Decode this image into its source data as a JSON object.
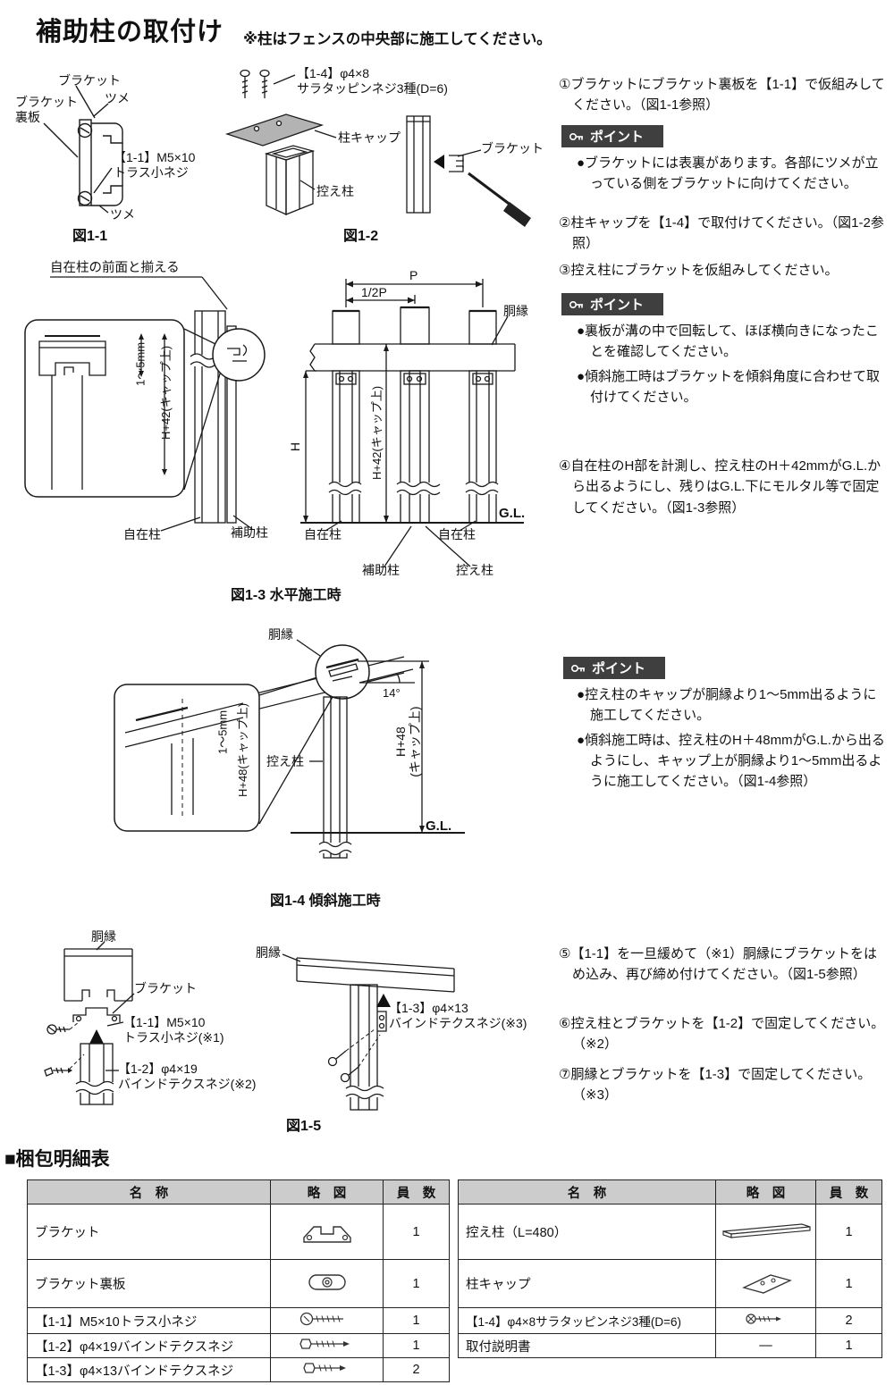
{
  "title": {
    "main": "補助柱の取付け",
    "note": "※柱はフェンスの中央部に施工してください。"
  },
  "point_label": "ポイント",
  "steps": {
    "s1": "①ブラケットにブラケット裏板を【1-1】で仮組みしてください。（図1-1参照）",
    "s2": "②柱キャップを【1-4】で取付けてください。（図1-2参照）",
    "s3": "③控え柱にブラケットを仮組みしてください。",
    "s4": "④自在柱のH部を計測し、控え柱のH＋42mmがG.L.から出るようにし、残りはG.L.下にモルタル等で固定してください。（図1-3参照）",
    "s5": "⑤【1-1】を一旦緩めて（※1）胴縁にブラケットをはめ込み、再び締め付けてください。（図1-5参照）",
    "s6": "⑥控え柱とブラケットを【1-2】で固定してください。（※2）",
    "s7": "⑦胴縁とブラケットを【1-3】で固定してください。（※3）"
  },
  "points": {
    "p1b1": "●ブラケットには表裏があります。各部にツメが立っている側をブラケットに向けてください。",
    "p2b1": "●裏板が溝の中で回転して、ほぼ横向きになったことを確認してください。",
    "p2b2": "●傾斜施工時はブラケットを傾斜角度に合わせて取付けてください。",
    "p3b1": "●控え柱のキャップが胴縁より1～5mm出るように施工してください。",
    "p3b2": "●傾斜施工時は、控え柱のH＋48mmがG.L.から出るようにし、キャップ上が胴縁より1～5mm出るように施工してください。（図1-4参照）"
  },
  "fig11": {
    "caption": "図1-1",
    "bracket": "ブラケット",
    "tsume_top": "ツメ",
    "uraita": "ブラケット\n裏板",
    "screw": "【1-1】M5×10\nトラス小ネジ",
    "tsume_bottom": "ツメ"
  },
  "fig12": {
    "caption": "図1-2",
    "screw": "【1-4】φ4×8\nサラタッピンネジ3種(D=6)",
    "cap": "柱キャップ",
    "post": "控え柱",
    "bracket": "ブラケット"
  },
  "fig13": {
    "caption": "図1-3 水平施工時",
    "align": "自在柱の前面と揃える",
    "p": "P",
    "half_p": "1/2P",
    "rail": "胴縁",
    "gap": "1～5mm",
    "h42a": "H+42(キャップ上)",
    "h": "H",
    "h42b": "H+42(キャップ上)",
    "gl": "G.L.",
    "jizai1": "自在柱",
    "hojo1": "補助柱",
    "jizai2": "自在柱",
    "jizai3": "自在柱",
    "hojo2": "補助柱",
    "hikae": "控え柱"
  },
  "fig14": {
    "caption": "図1-4 傾斜施工時",
    "rail": "胴縁",
    "angle": "14°",
    "gap": "1～5mm",
    "h48a": "H+48(キャップ上)",
    "h48b": "H+48\n(キャップ上)",
    "post": "控え柱",
    "gl": "G.L."
  },
  "fig15": {
    "caption": "図1-5",
    "rail1": "胴縁",
    "bracket": "ブラケット",
    "screw11": "【1-1】M5×10\nトラス小ネジ(※1)",
    "screw12": "【1-2】φ4×19\nバインドテクスネジ(※2)",
    "rail2": "胴縁",
    "screw13": "【1-3】φ4×13\nバインドテクスネジ(※3)"
  },
  "table": {
    "section_title": "■梱包明細表",
    "headers": {
      "name": "名　称",
      "sketch": "略　図",
      "qty": "員　数"
    },
    "left_rows": [
      {
        "name": "ブラケット",
        "icon": "bracket",
        "qty": "1"
      },
      {
        "name": "ブラケット裏板",
        "icon": "back-plate",
        "qty": "1"
      },
      {
        "name": "【1-1】M5×10トラス小ネジ",
        "icon": "truss-screw",
        "qty": "1"
      },
      {
        "name": "【1-2】φ4×19バインドテクスネジ",
        "icon": "tex-screw",
        "qty": "1"
      },
      {
        "name": "【1-3】φ4×13バインドテクスネジ",
        "icon": "tex-screw",
        "qty": "2"
      }
    ],
    "right_rows": [
      {
        "name": "控え柱（L=480）",
        "icon": "stay-post",
        "qty": "1"
      },
      {
        "name": "柱キャップ",
        "icon": "post-cap",
        "qty": "1"
      },
      {
        "name": "【1-4】φ4×8サラタッピンネジ3種(D=6)",
        "icon": "small-screw",
        "qty": "2"
      },
      {
        "name": "取付説明書",
        "icon": "dash",
        "sketch_text": "―",
        "qty": "1"
      }
    ]
  },
  "colors": {
    "point_header_bg": "#3f3f3f",
    "table_header_bg": "#cccccc",
    "cap_plate_fill": "#b3b3b3",
    "line_color": "#1a1a1a"
  }
}
